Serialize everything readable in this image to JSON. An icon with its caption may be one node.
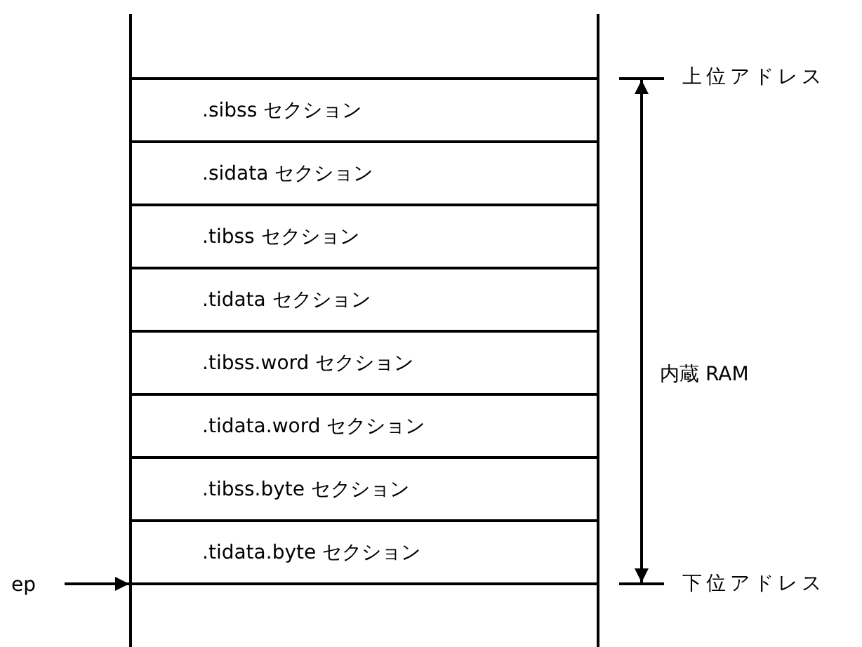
{
  "diagram": {
    "nodes": [
      {
        "text": [
          ".sibss セクション"
        ]
      },
      {
        "text": [
          ".sidata セクション"
        ]
      },
      {
        "text": [
          ".tibss セクション"
        ]
      },
      {
        "text": [
          ".tidata セクション"
        ]
      },
      {
        "text": [
          ".tibss.word セクション"
        ]
      },
      {
        "text": [
          ".tidata.word セクション"
        ]
      },
      {
        "text": [
          ".tibss.byte セクション"
        ]
      },
      {
        "text": [
          ".tidata.byte セクション"
        ]
      },
      {
        "text": [
          "ep"
        ]
      }
    ],
    "edges": [
      {
        "from": 8,
        "to": 7,
        "arrow": "to"
      }
    ],
    "labels": [
      "上位アドレス",
      "内蔵 RAM",
      "下位アドレス"
    ]
  }
}
